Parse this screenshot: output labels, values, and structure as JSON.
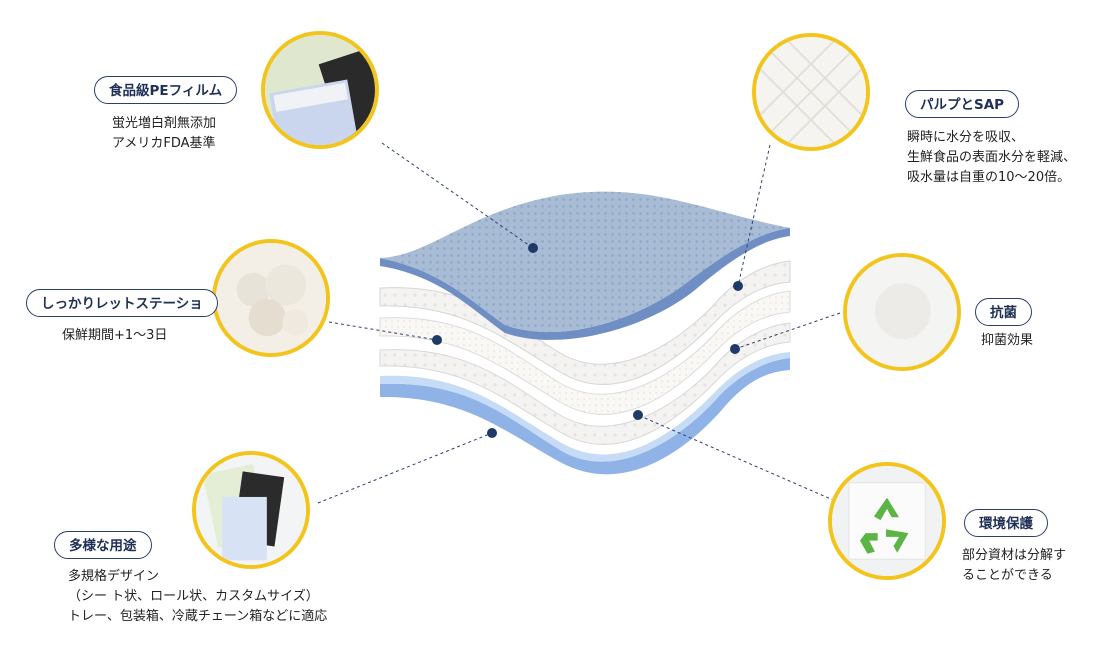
{
  "features": {
    "pe_film": {
      "label": "食品級PEフィルム",
      "lines": [
        "蛍光増白剤無添加",
        "アメリカFDA基準"
      ]
    },
    "rette": {
      "label": "しっかりレットステーショ",
      "lines": [
        "保鮮期間+1～3日"
      ]
    },
    "usage": {
      "label": "多様な用途",
      "lines": [
        "多規格デザイン",
        "（シー ト状、ロール状、カスタムサイズ）",
        "トレー、包装箱、冷蔵チェーン箱などに適応"
      ]
    },
    "pulp": {
      "label": "パルプとSAP",
      "lines": [
        "瞬時に水分を吸収、",
        "生鮮食品の表面水分を軽減、",
        "吸水量は自重の10～20倍。"
      ]
    },
    "antibac": {
      "label": "抗菌",
      "lines": [
        "抑菌効果"
      ]
    },
    "eco": {
      "label": "環境保護",
      "lines": [
        "部分資材は分解す",
        "ることができる"
      ]
    }
  },
  "colors": {
    "accent_ring": "#f2c41c",
    "pill_border": "#2b3f6b",
    "marker": "#1f3a66",
    "top_layer": "#a9bcd6",
    "bottom_layer": "#a9c8ee",
    "recycle_green": "#5cb445"
  }
}
